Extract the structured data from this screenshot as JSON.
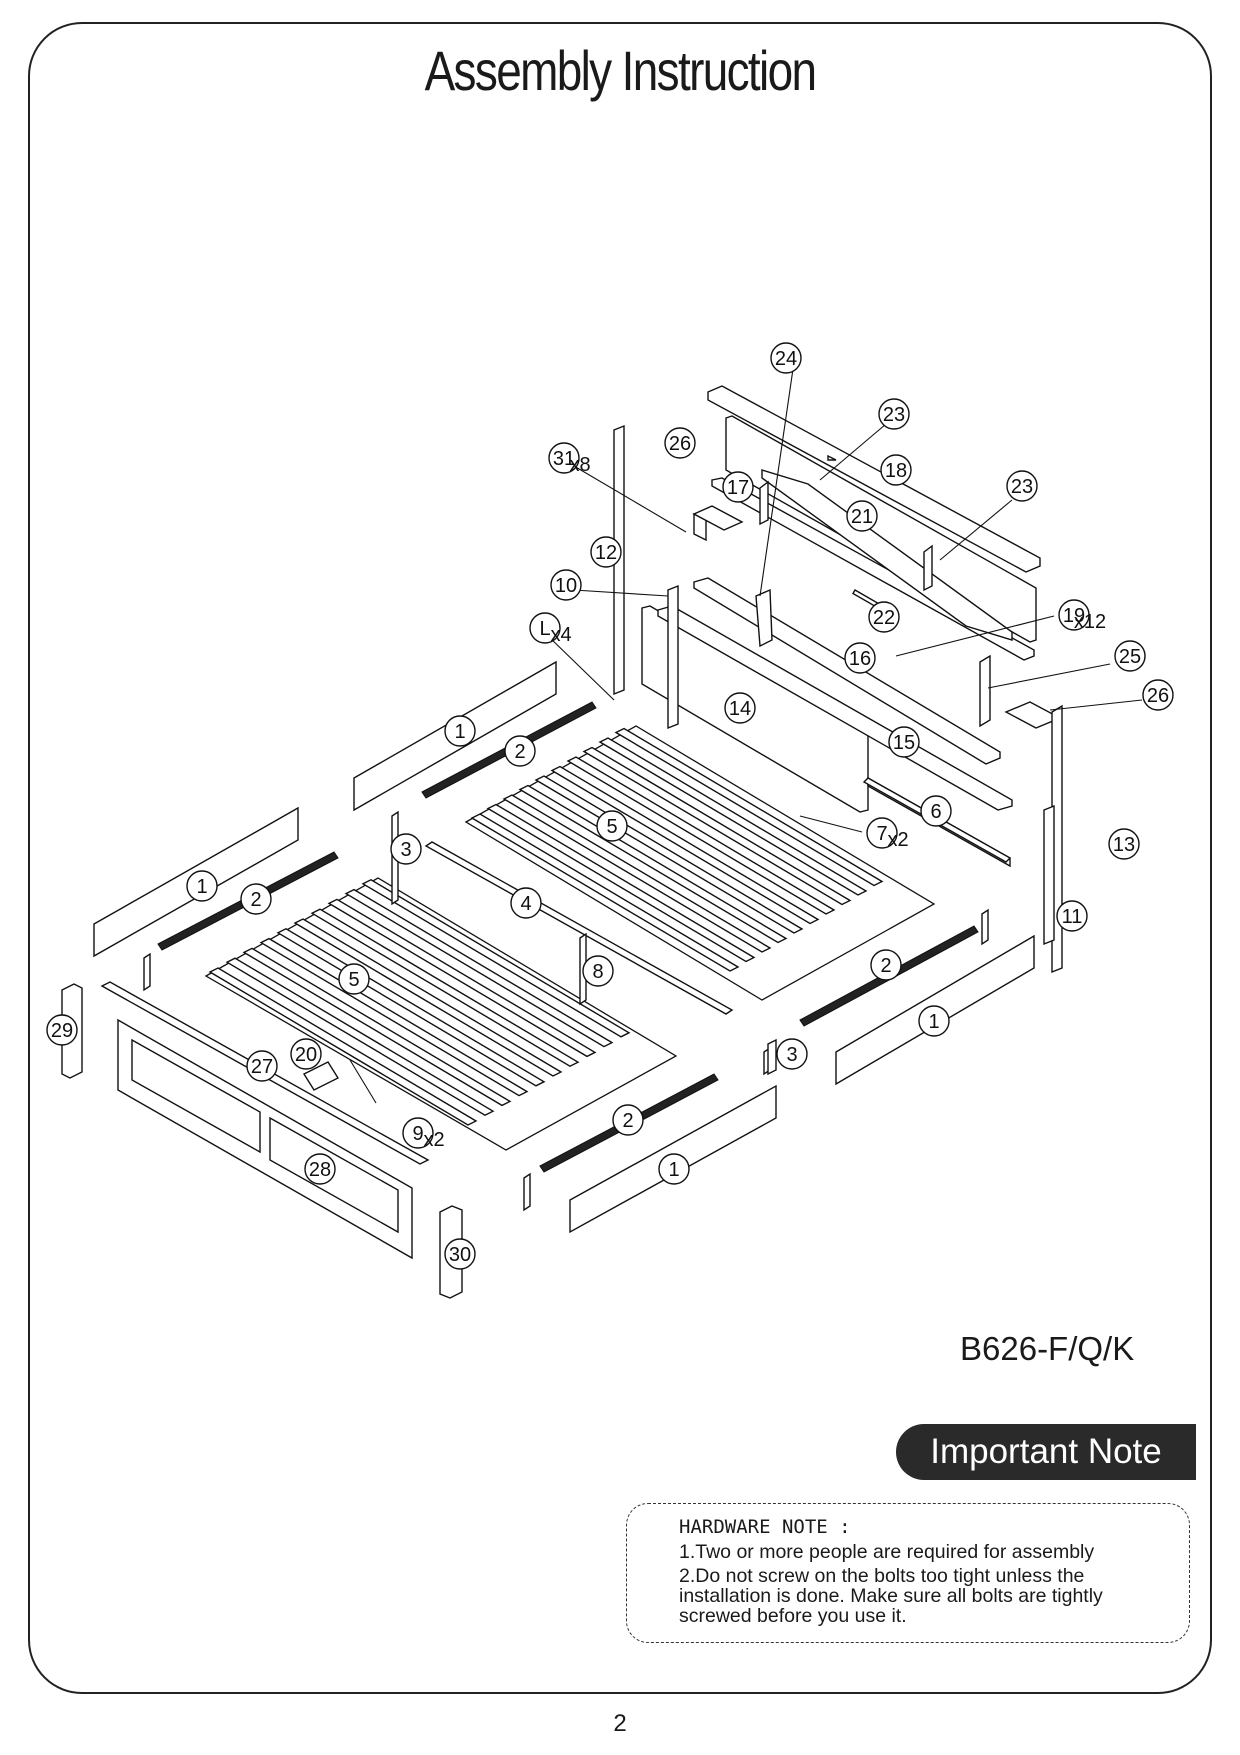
{
  "title": "Assembly Instruction",
  "model": "B626-F/Q/K",
  "important_note": "Important Note",
  "hardware_note": {
    "heading": "HARDWARE NOTE :",
    "line1": "1.Two or more people are required for assembly",
    "line2": "2.Do not screw on the bolts too tight unless the installation is done. Make sure all bolts are tightly screwed before you use it."
  },
  "page_number": "2",
  "callouts": [
    {
      "id": "24",
      "qty": ""
    },
    {
      "id": "23",
      "qty": ""
    },
    {
      "id": "18",
      "qty": ""
    },
    {
      "id": "26",
      "qty": ""
    },
    {
      "id": "31",
      "qty": "x8"
    },
    {
      "id": "17",
      "qty": ""
    },
    {
      "id": "21",
      "qty": ""
    },
    {
      "id": "23",
      "qty": ""
    },
    {
      "id": "12",
      "qty": ""
    },
    {
      "id": "10",
      "qty": ""
    },
    {
      "id": "22",
      "qty": ""
    },
    {
      "id": "19",
      "qty": "x12"
    },
    {
      "id": "L",
      "qty": "x4"
    },
    {
      "id": "16",
      "qty": ""
    },
    {
      "id": "25",
      "qty": ""
    },
    {
      "id": "26",
      "qty": ""
    },
    {
      "id": "14",
      "qty": ""
    },
    {
      "id": "1",
      "qty": ""
    },
    {
      "id": "2",
      "qty": ""
    },
    {
      "id": "15",
      "qty": ""
    },
    {
      "id": "6",
      "qty": ""
    },
    {
      "id": "5",
      "qty": ""
    },
    {
      "id": "7",
      "qty": "x2"
    },
    {
      "id": "3",
      "qty": ""
    },
    {
      "id": "13",
      "qty": ""
    },
    {
      "id": "1",
      "qty": ""
    },
    {
      "id": "2",
      "qty": ""
    },
    {
      "id": "4",
      "qty": ""
    },
    {
      "id": "11",
      "qty": ""
    },
    {
      "id": "8",
      "qty": ""
    },
    {
      "id": "2",
      "qty": ""
    },
    {
      "id": "5",
      "qty": ""
    },
    {
      "id": "1",
      "qty": ""
    },
    {
      "id": "29",
      "qty": ""
    },
    {
      "id": "20",
      "qty": ""
    },
    {
      "id": "27",
      "qty": ""
    },
    {
      "id": "3",
      "qty": ""
    },
    {
      "id": "2",
      "qty": ""
    },
    {
      "id": "9",
      "qty": "x2"
    },
    {
      "id": "28",
      "qty": ""
    },
    {
      "id": "1",
      "qty": ""
    },
    {
      "id": "30",
      "qty": ""
    }
  ]
}
